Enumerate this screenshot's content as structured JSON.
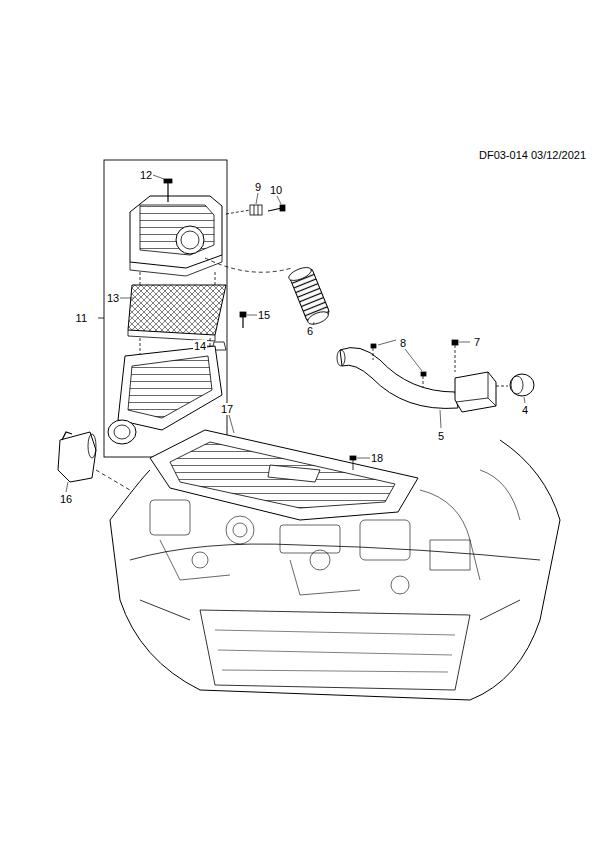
{
  "diagram": {
    "nodes": [
      {
        "text": [
          "11"
        ]
      }
    ],
    "labels": [
      "DF03-014 03/12/2021",
      "12",
      "9",
      "10",
      "13",
      "15",
      "14",
      "6",
      "8",
      "7",
      "4",
      "5",
      "17",
      "18",
      "16"
    ]
  }
}
